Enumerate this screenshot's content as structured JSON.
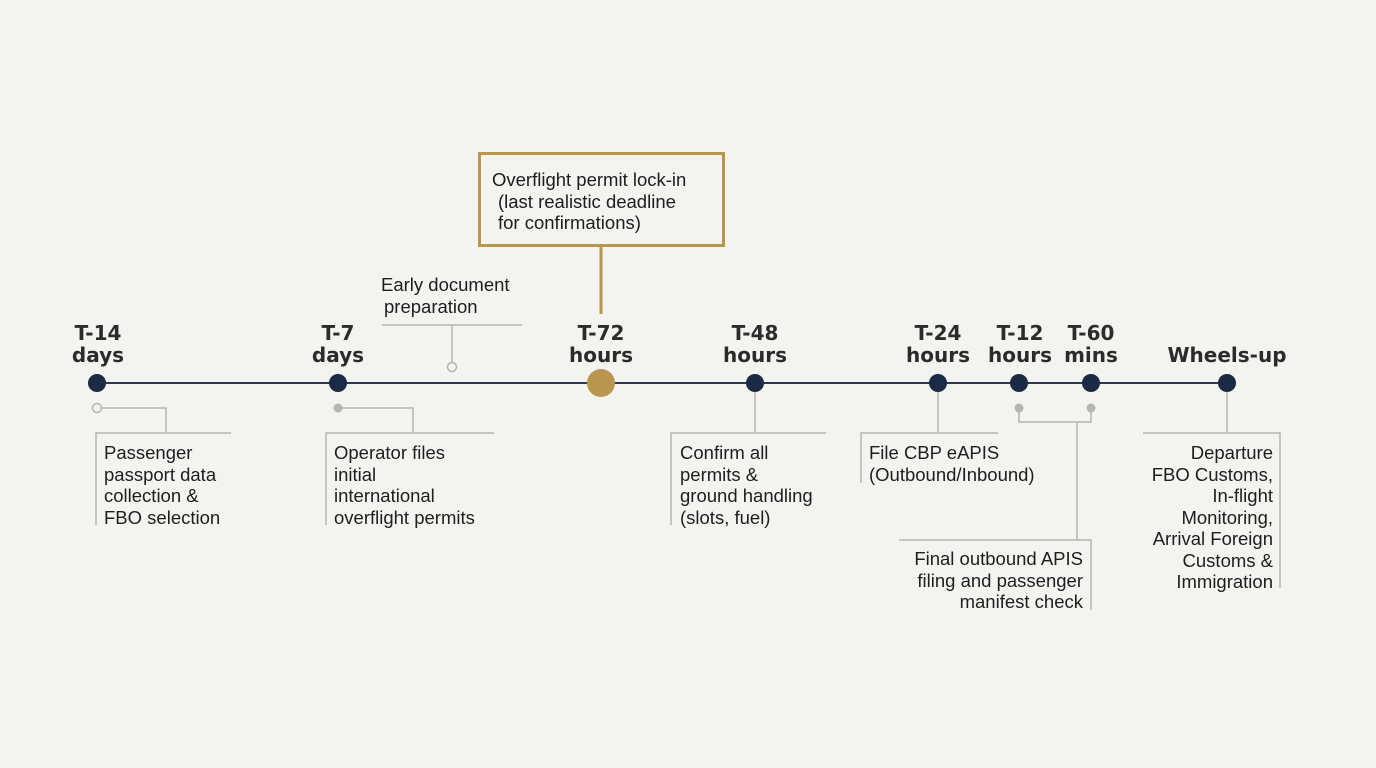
{
  "timeline": {
    "milestones": [
      {
        "id": "t14d",
        "lines": [
          "T-14",
          "days"
        ],
        "style": "navy"
      },
      {
        "id": "t7d",
        "lines": [
          "T-7",
          "days"
        ],
        "style": "navy"
      },
      {
        "id": "t72h",
        "lines": [
          "T-72",
          "hours"
        ],
        "style": "gold"
      },
      {
        "id": "t48h",
        "lines": [
          "T-48",
          "hours"
        ],
        "style": "navy"
      },
      {
        "id": "t24h",
        "lines": [
          "T-24",
          "hours"
        ],
        "style": "navy"
      },
      {
        "id": "t12h",
        "lines": [
          "T-12",
          "hours"
        ],
        "style": "navy"
      },
      {
        "id": "t60m",
        "lines": [
          "T-60",
          "mins"
        ],
        "style": "navy"
      },
      {
        "id": "wheels",
        "lines": [
          "Wheels-up"
        ],
        "style": "navy"
      }
    ],
    "notes": [
      {
        "id": "passport",
        "lines": [
          "Passenger",
          "passport data",
          "collection &",
          "FBO selection"
        ]
      },
      {
        "id": "operator",
        "lines": [
          "Operator files",
          "initial",
          "international",
          "overflight permits"
        ]
      },
      {
        "id": "confirm",
        "lines": [
          "Confirm all",
          "permits &",
          "ground handling",
          "(slots, fuel)"
        ]
      },
      {
        "id": "cbp",
        "lines": [
          "File CBP eAPIS",
          "(Outbound/Inbound)"
        ]
      },
      {
        "id": "final",
        "lines": [
          "Final outbound APIS",
          "filing and passenger",
          "manifest check"
        ]
      },
      {
        "id": "departure",
        "lines": [
          "Departure",
          "FBO Customs,",
          "In-flight",
          "Monitoring,",
          "Arrival Foreign",
          "Customs &",
          "Immigration"
        ]
      }
    ],
    "early_note": {
      "lines": [
        "Early document",
        "preparation"
      ]
    },
    "callout": {
      "lines": [
        "Overflight permit lock-in",
        "(last realistic deadline",
        "for confirmations)"
      ]
    }
  },
  "colors": {
    "background": "#f3f3ef",
    "line": "#2a3a55",
    "node": "#1b2a45",
    "accent": "#b8964e",
    "connector": "#b5b5b1"
  }
}
